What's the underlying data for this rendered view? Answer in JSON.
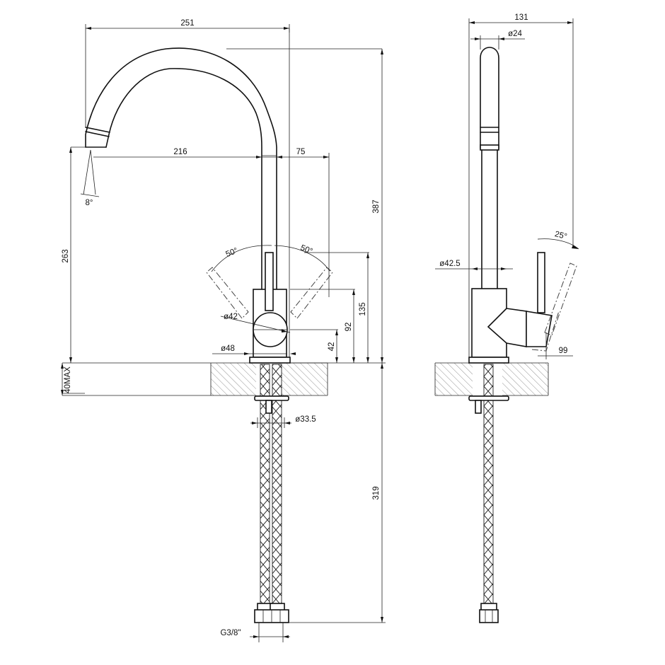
{
  "front_view": {
    "dims": {
      "spout_reach": "251",
      "spout_offset": "216",
      "body_offset": "75",
      "spout_angle": "8°",
      "total_height": "387",
      "spout_height": "263",
      "lever_angle_left": "50°",
      "lever_angle_right": "50°",
      "lever_height": "135",
      "handle_center_height": "92",
      "handle_height": "42",
      "handle_diameter": "ø42",
      "base_diameter": "ø48",
      "deck_max": "40MAX",
      "shank_diameter": "ø33.5",
      "hose_length": "319",
      "connection_thread": "G3/8\""
    }
  },
  "side_view": {
    "dims": {
      "overall_depth": "131",
      "spout_diameter": "ø24",
      "lever_angle": "25°",
      "body_diameter": "ø42.5",
      "handle_depth": "99"
    }
  }
}
